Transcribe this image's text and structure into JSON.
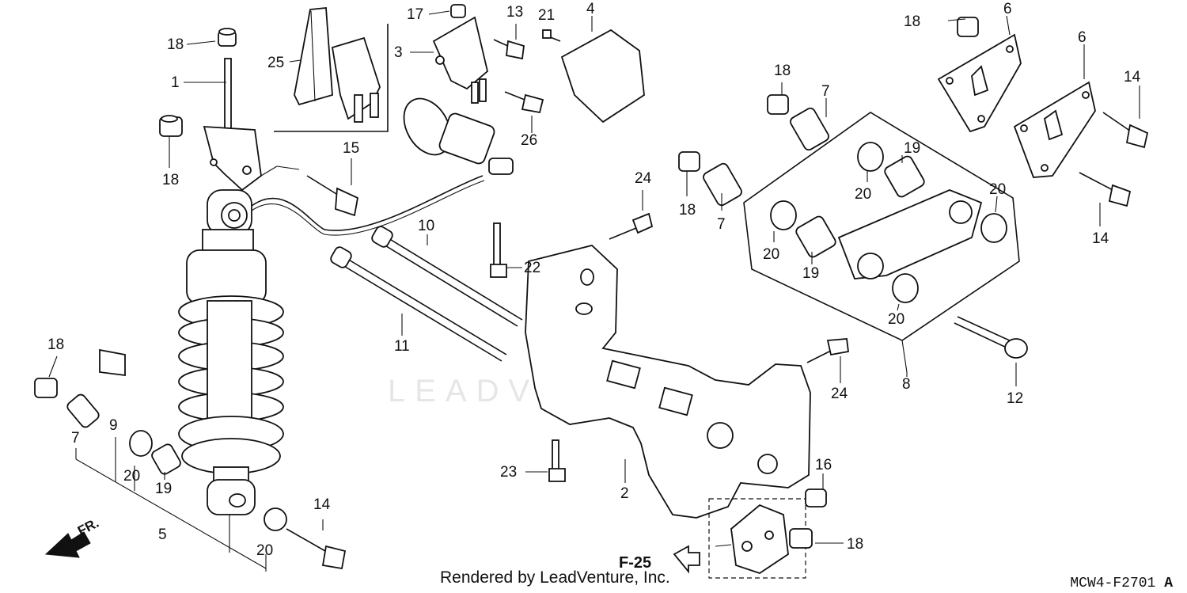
{
  "diagram": {
    "code": "MCW4-F2701",
    "code_suffix": "A",
    "rendered_by": "Rendered by LeadVenture, Inc.",
    "watermark": "LEADVENTURE",
    "reference": "F-25",
    "direction_label": "FR.",
    "callouts": {
      "c1": "1",
      "c2": "2",
      "c3": "3",
      "c4": "4",
      "c5": "5",
      "c6a": "6",
      "c6b": "6",
      "c7a": "7",
      "c7b": "7",
      "c7c": "7",
      "c8": "8",
      "c9": "9",
      "c10": "10",
      "c11": "11",
      "c12": "12",
      "c13": "13",
      "c14a": "14",
      "c14b": "14",
      "c14c": "14",
      "c15": "15",
      "c16": "16",
      "c17": "17",
      "c18a": "18",
      "c18b": "18",
      "c18c": "18",
      "c18d": "18",
      "c18e": "18",
      "c18f": "18",
      "c18g": "18",
      "c19a": "19",
      "c19b": "19",
      "c19c": "19",
      "c20a": "20",
      "c20b": "20",
      "c20c": "20",
      "c20d": "20",
      "c20e": "20",
      "c20f": "20",
      "c21": "21",
      "c22": "22",
      "c23": "23",
      "c24a": "24",
      "c24b": "24",
      "c25": "25",
      "c26": "26"
    }
  }
}
